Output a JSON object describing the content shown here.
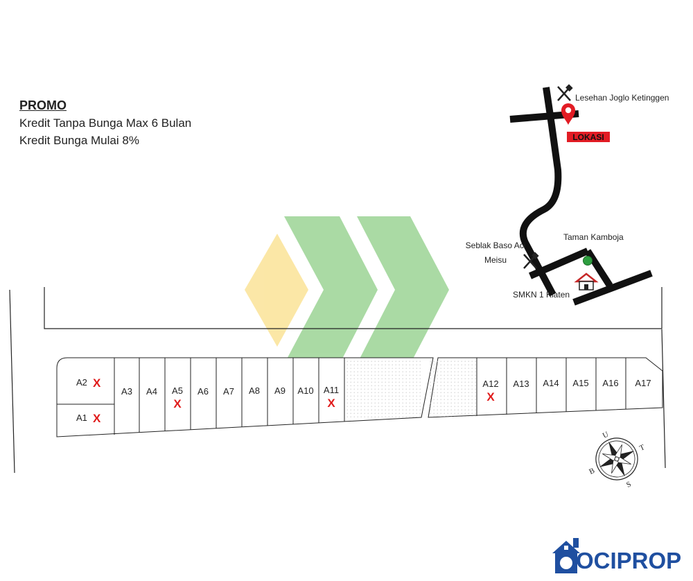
{
  "promo": {
    "title": "PROMO",
    "lines": [
      "Kredit Tanpa Bunga Max 6 Bulan",
      "Kredit Bunga Mulai 8%"
    ]
  },
  "map": {
    "landmarks": {
      "lesehan": "Lesehan Joglo Ketinggen",
      "lokasi": "LOKASI",
      "seblak_1": "Seblak Baso Aci",
      "seblak_2": "Meisu",
      "taman": "Taman Kamboja",
      "smkn": "SMKN 1 Klaten"
    },
    "icons": [
      "restaurant-icon",
      "location-pin-icon",
      "park-icon",
      "school-icon"
    ]
  },
  "plots": {
    "items": [
      {
        "label": "A2",
        "sold": true
      },
      {
        "label": "A1",
        "sold": true
      },
      {
        "label": "A3",
        "sold": false
      },
      {
        "label": "A4",
        "sold": false
      },
      {
        "label": "A5",
        "sold": true
      },
      {
        "label": "A6",
        "sold": false
      },
      {
        "label": "A7",
        "sold": false
      },
      {
        "label": "A8",
        "sold": false
      },
      {
        "label": "A9",
        "sold": false
      },
      {
        "label": "A10",
        "sold": false
      },
      {
        "label": "A11",
        "sold": true
      },
      {
        "label": "A12",
        "sold": true
      },
      {
        "label": "A13",
        "sold": false
      },
      {
        "label": "A14",
        "sold": false
      },
      {
        "label": "A15",
        "sold": false
      },
      {
        "label": "A16",
        "sold": false
      },
      {
        "label": "A17",
        "sold": false
      }
    ],
    "sold_mark": "X"
  },
  "compass": {
    "letters": [
      "U",
      "T",
      "S",
      "B"
    ]
  },
  "logo": {
    "text": "OCIPROP"
  },
  "colors": {
    "sold": "#e01b1b",
    "pin": "#e21c24",
    "lokasi_bg": "#e21c24",
    "chevron_yellow": "#fbe6a2",
    "chevron_green": "#a6d9a0",
    "logo": "#1f4fa0",
    "road": "#111111"
  }
}
